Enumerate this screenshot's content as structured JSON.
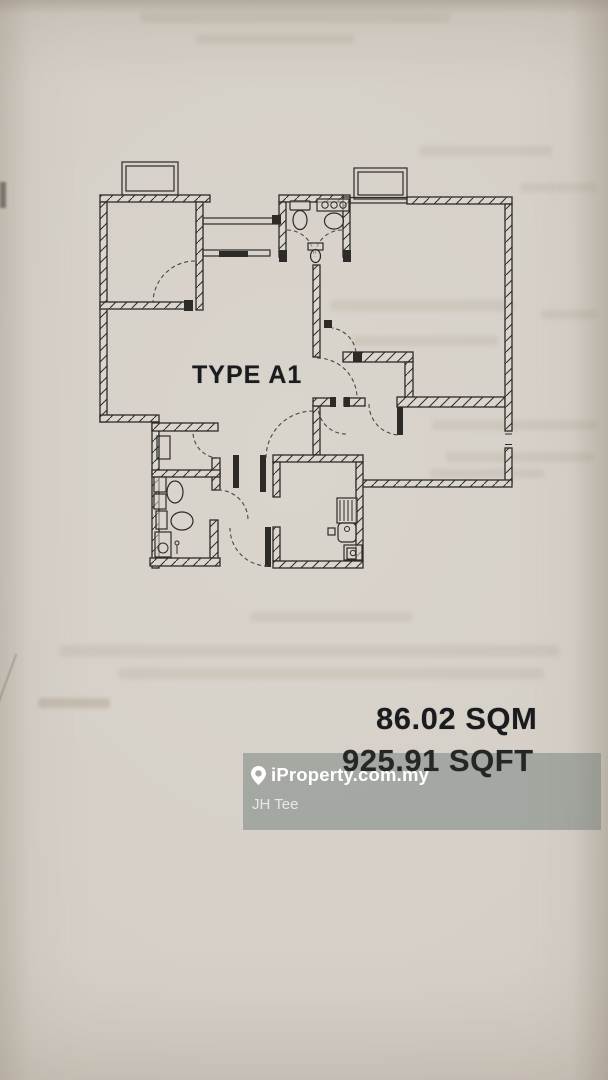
{
  "floorplan": {
    "type_label": "TYPE A1",
    "area_sqm": "86.02 SQM",
    "area_sqft": "925.91 SQFT"
  },
  "watermark": {
    "icon": "location-pin-icon",
    "brand": "iProperty.com.my",
    "agent": "JH Tee"
  },
  "colors": {
    "paper": "#d5cfc7",
    "paper-light": "#dbd6ce",
    "ink": "#2d2b28",
    "door": "#4a4741",
    "label": "#1a1b1e",
    "wm-bg": "rgba(124,134,131,0.55)",
    "wm-text": "#ffffff",
    "wm-sub": "rgba(238,238,234,0.9)",
    "smudge": "#9b8d76"
  }
}
